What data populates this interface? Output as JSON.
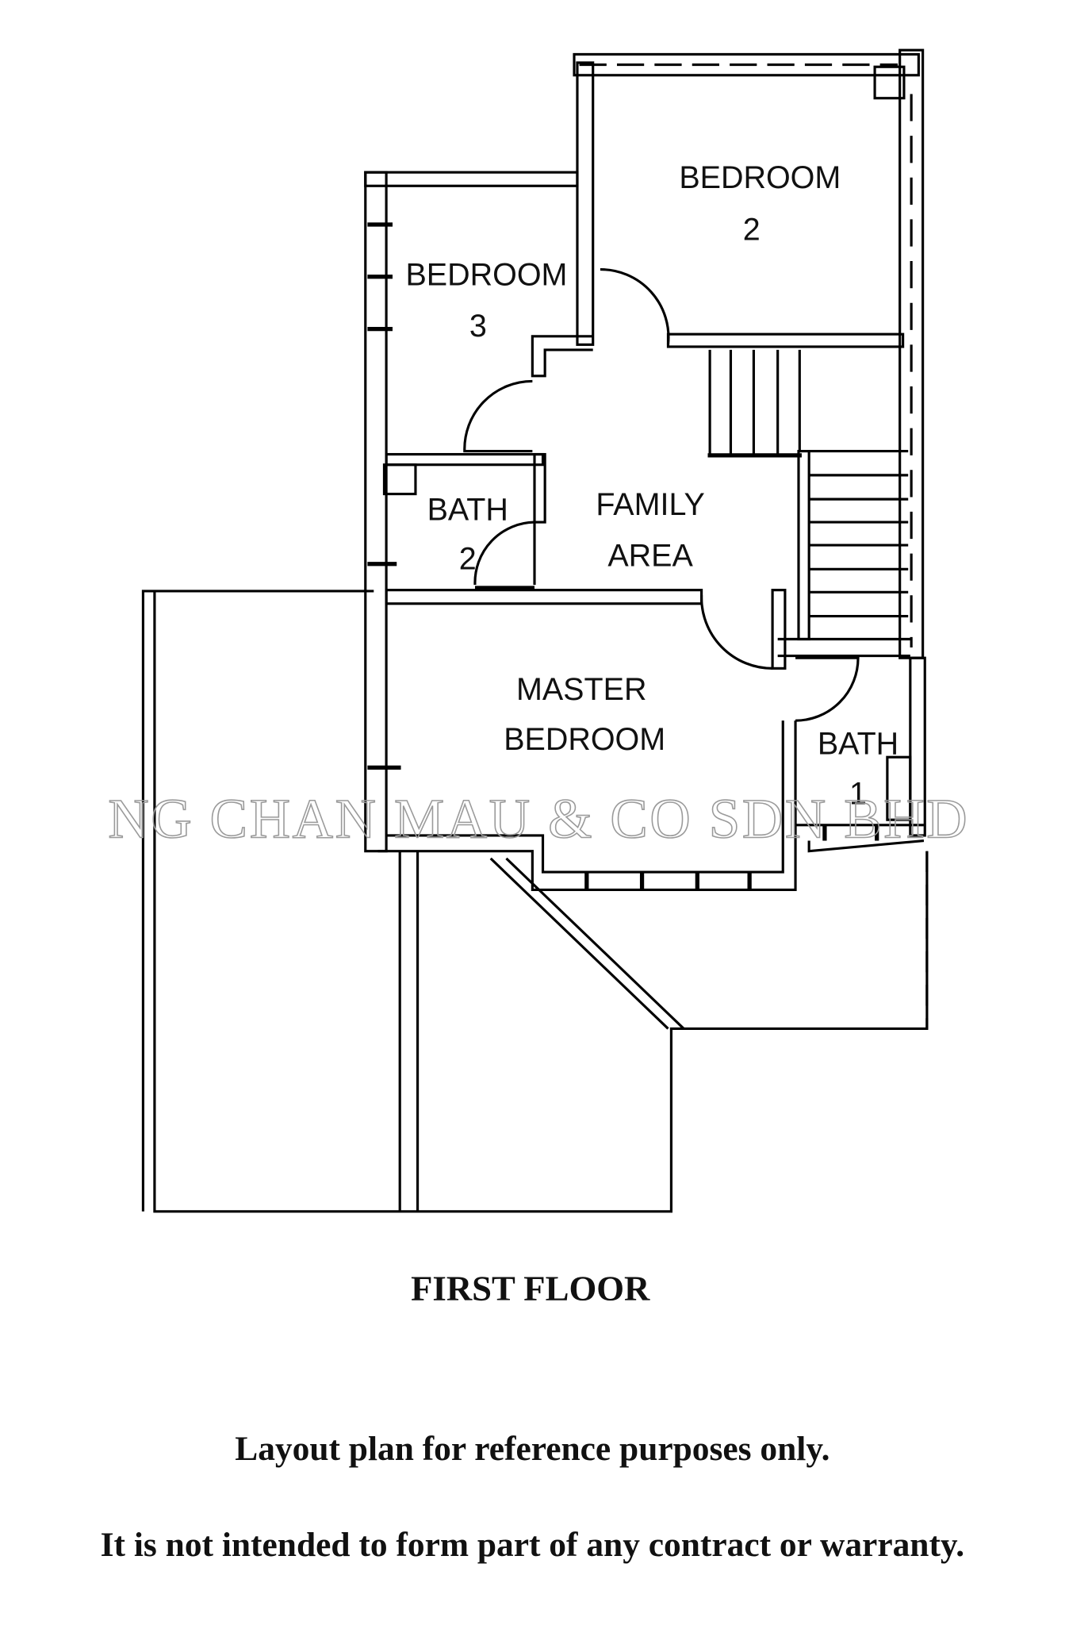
{
  "plan": {
    "rooms": {
      "bedroom2": [
        "BEDROOM",
        "2"
      ],
      "bedroom3": [
        "BEDROOM",
        "3"
      ],
      "bath2": [
        "BATH",
        "2"
      ],
      "family": [
        "FAMILY",
        "AREA"
      ],
      "master": [
        "MASTER",
        "BEDROOM"
      ],
      "bath1": [
        "BATH",
        "1"
      ]
    },
    "watermark": "NG CHAN MAU & CO SDN BHD"
  },
  "caption": {
    "title": "FIRST FLOOR",
    "disclaimer1": "Layout plan for reference purposes only.",
    "disclaimer2": "It is not intended to form part of any contract or warranty."
  }
}
